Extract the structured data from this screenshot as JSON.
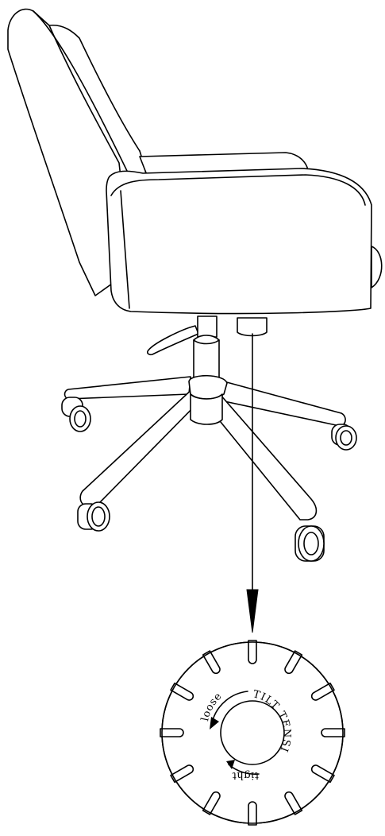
{
  "knob": {
    "label_tension": "TILT TENSION",
    "label_loose": "loose",
    "label_tight": "tight"
  },
  "colors": {
    "line": "#000000",
    "background": "#ffffff"
  }
}
